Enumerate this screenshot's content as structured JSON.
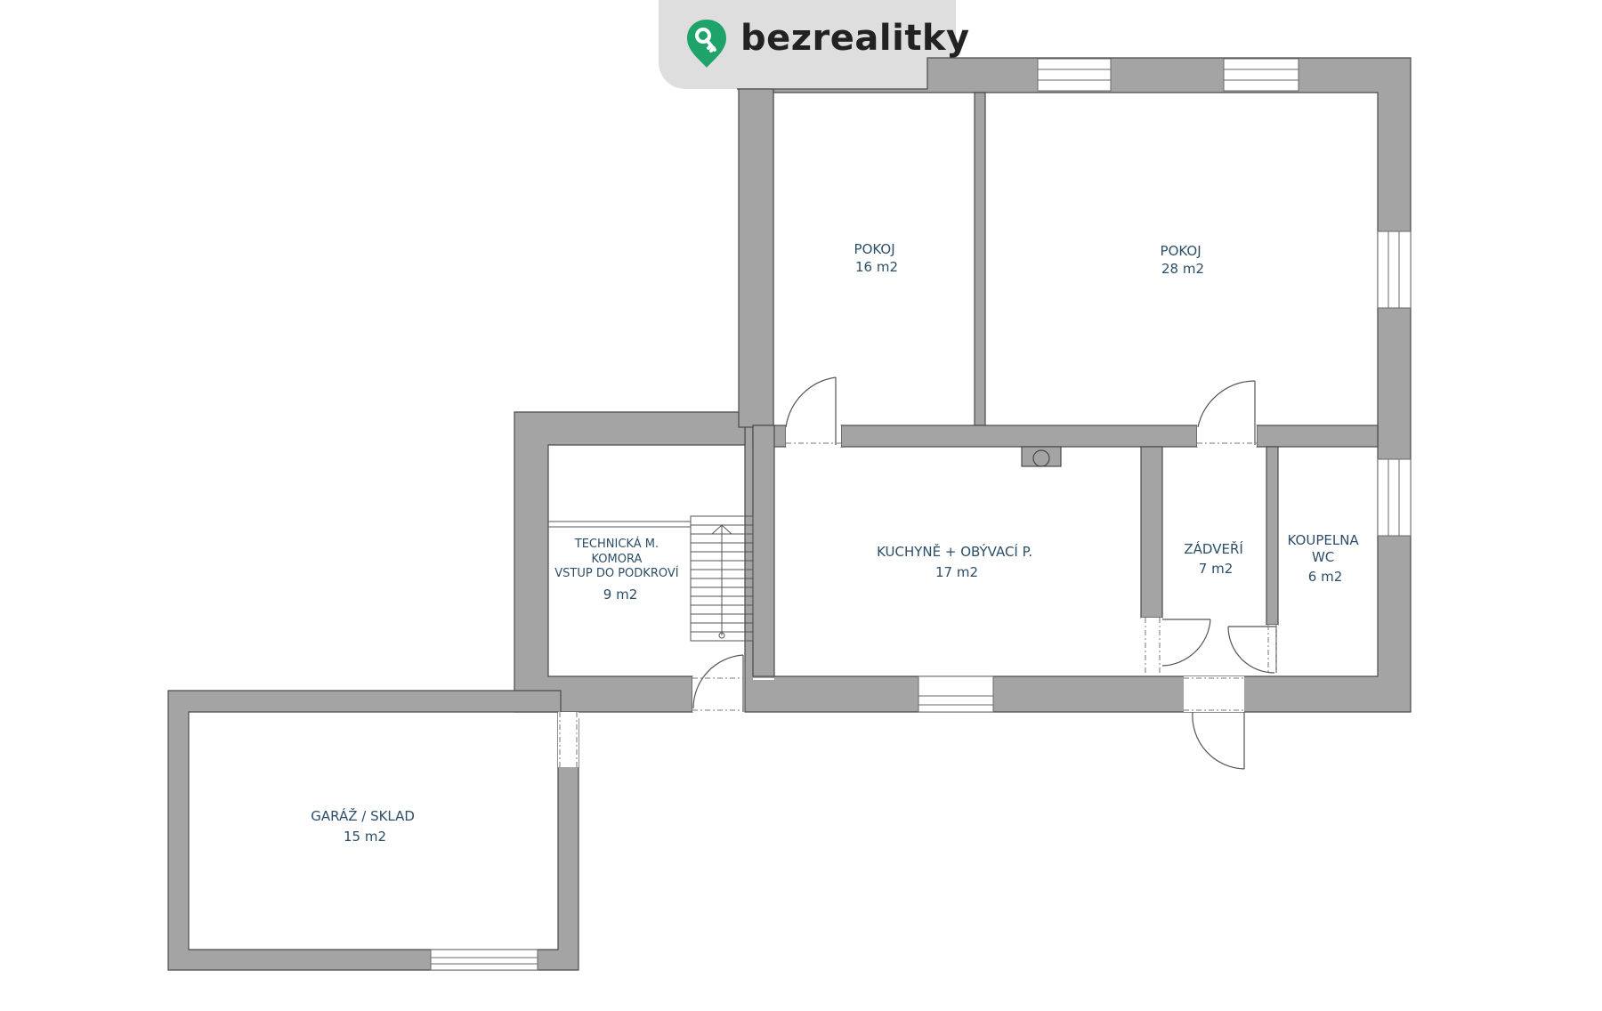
{
  "brand": {
    "name": "bezrealitky",
    "accent": "#1ea36b"
  },
  "rooms": [
    {
      "id": "pokoj-16",
      "lines": [
        "POKOJ",
        "16 m2"
      ]
    },
    {
      "id": "pokoj-28",
      "lines": [
        "POKOJ",
        "28 m2"
      ]
    },
    {
      "id": "kuchyne",
      "lines": [
        "KUCHYNĚ + OBÝVACÍ P.",
        "17 m2"
      ]
    },
    {
      "id": "zadveri",
      "lines": [
        "ZÁDVEŘÍ",
        "7 m2"
      ]
    },
    {
      "id": "koupelna",
      "lines": [
        "KOUPELNA",
        "WC",
        "6 m2"
      ]
    },
    {
      "id": "technicka",
      "lines": [
        "TECHNICKÁ M.",
        "KOMORA",
        "VSTUP DO PODKROVÍ",
        "9 m2"
      ]
    },
    {
      "id": "garaz",
      "lines": [
        "GARÁŽ / SKLAD",
        "15 m2"
      ]
    }
  ],
  "colors": {
    "wall": "#a4a4a4",
    "label": "#2c4e66",
    "logo_bg": "#dedede"
  }
}
